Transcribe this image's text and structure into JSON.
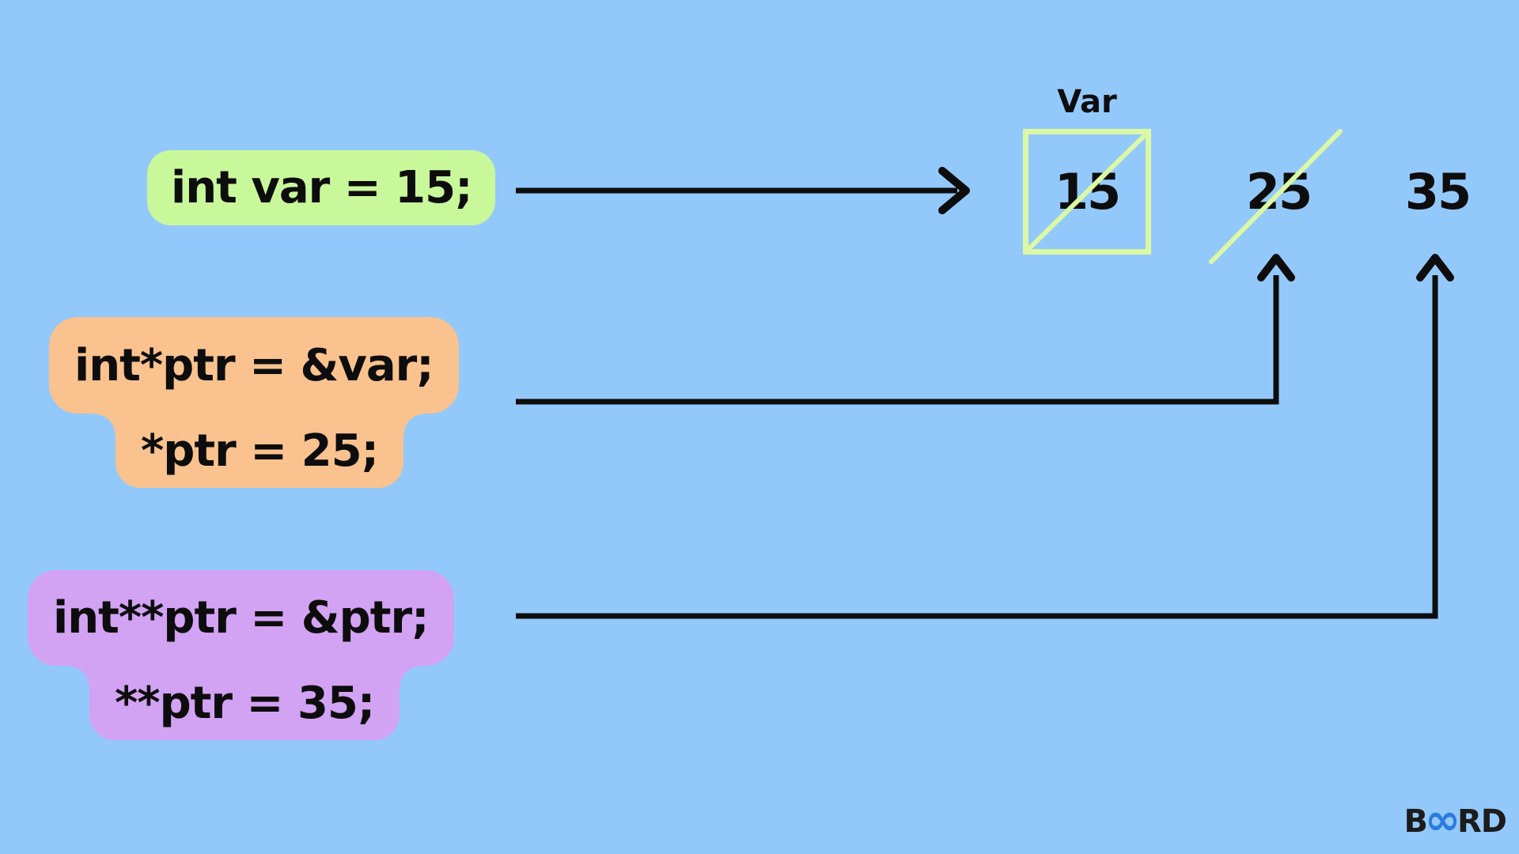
{
  "background": "#93c9fa",
  "code_blocks": [
    {
      "name": "var-declaration",
      "fill": "#c9f89b",
      "lines": [
        "int var = 15;"
      ]
    },
    {
      "name": "pointer-declaration",
      "fill": "#fac28e",
      "lines": [
        "int*ptr = &var;",
        "*ptr = 25;"
      ]
    },
    {
      "name": "double-pointer-declaration",
      "fill": "#d2a2f3",
      "lines": [
        "int**ptr = &ptr;",
        "**ptr = 35;"
      ]
    }
  ],
  "memory": {
    "var_label": "Var",
    "cell_border_color": "#dbf8a4",
    "values": [
      {
        "text": "15",
        "crossed_out": true,
        "in_box": true
      },
      {
        "text": "25",
        "crossed_out": true,
        "in_box": false
      },
      {
        "text": "35",
        "crossed_out": false,
        "in_box": false
      }
    ]
  },
  "arrows": {
    "color": "#0d0d0d",
    "strike_color": "#dbf8a4"
  },
  "logo": {
    "prefix": "B",
    "infinity_symbol": "∞",
    "suffix": "RD",
    "text_color": "#1c1c1c",
    "accent_color": "#2b7be0"
  }
}
